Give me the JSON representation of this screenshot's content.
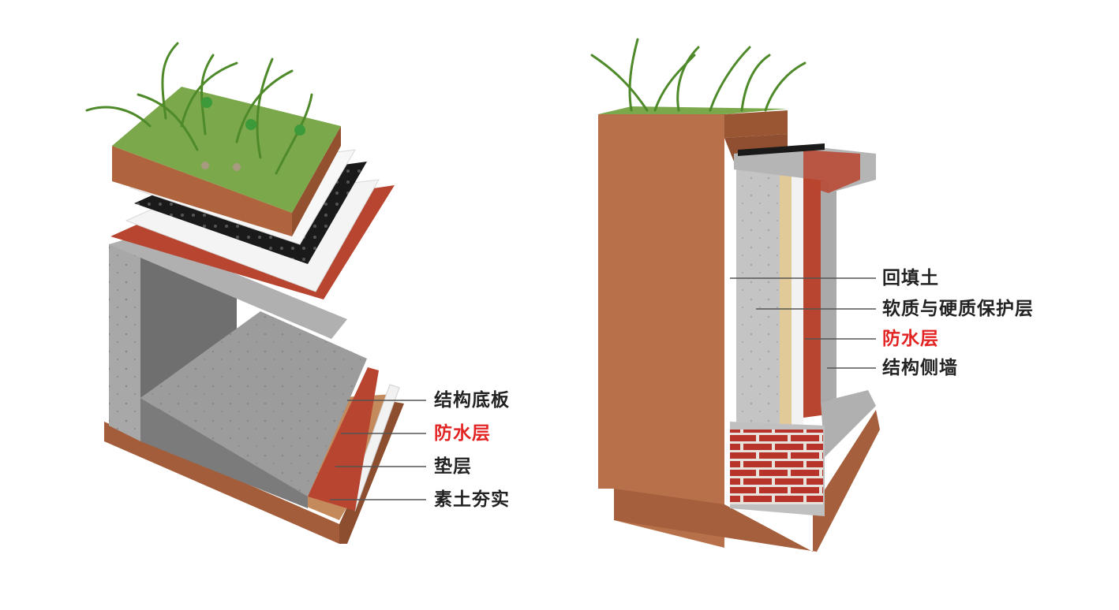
{
  "colors": {
    "label": "#222222",
    "highlight": "#e32222",
    "soil": "#b8704a",
    "concrete": "#9a9a9a",
    "membrane_red": "#b8452f",
    "grass": "#7aa84a",
    "brick": "#b8342b"
  },
  "left_diagram": {
    "labels": [
      {
        "text": "结构底板",
        "highlight": false
      },
      {
        "text": "防水层",
        "highlight": true
      },
      {
        "text": "垫层",
        "highlight": false
      },
      {
        "text": "素土夯实",
        "highlight": false
      }
    ]
  },
  "right_diagram": {
    "labels": [
      {
        "text": "回填土",
        "highlight": false
      },
      {
        "text": "软质与硬质保护层",
        "highlight": false
      },
      {
        "text": "防水层",
        "highlight": true
      },
      {
        "text": "结构侧墙",
        "highlight": false
      }
    ]
  }
}
